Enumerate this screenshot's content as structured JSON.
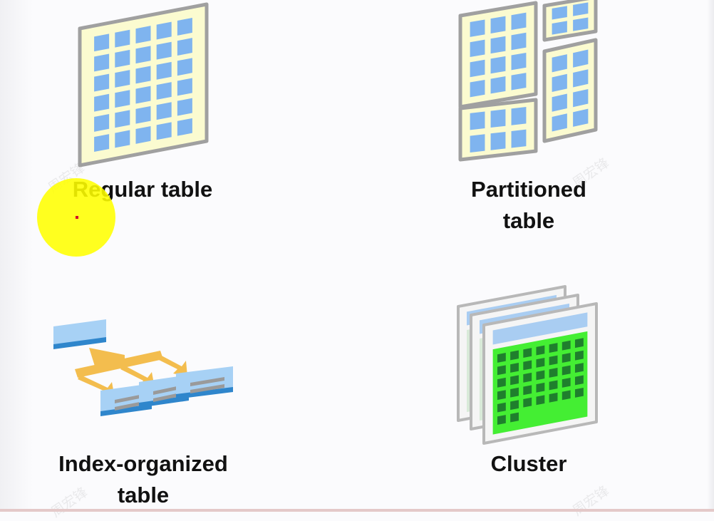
{
  "items": [
    {
      "label": "Regular table",
      "icon": "regular-table-icon"
    },
    {
      "label": "Partitioned table",
      "icon": "partitioned-table-icon"
    },
    {
      "label": "Index-organized table",
      "icon": "index-organized-table-icon"
    },
    {
      "label": "Cluster",
      "icon": "cluster-icon"
    }
  ],
  "watermark": "周宏锋",
  "colors": {
    "table_fill": "#fbfbd0",
    "table_frame": "#a0a0a0",
    "cell_blue": "#7fb4ef",
    "cluster_green": "#44ee33",
    "cluster_cell": "#1f7f2d",
    "header_blue": "#a9cdf2",
    "arrow_orange": "#f3bd4e",
    "index_block": "#a7d1f5",
    "cursor_highlight": "#ffff00"
  }
}
